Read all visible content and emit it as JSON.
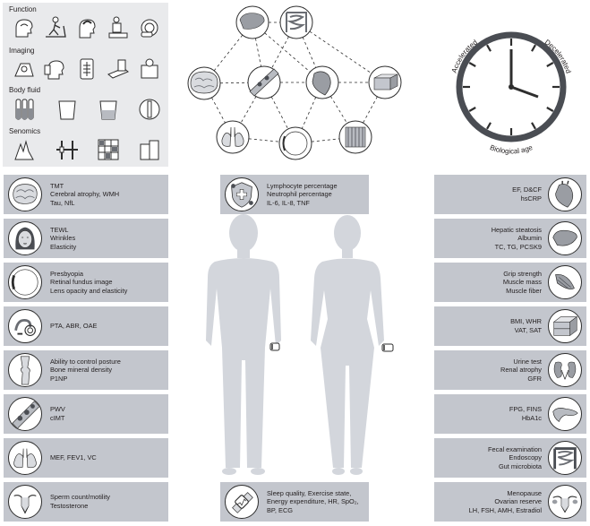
{
  "modalities": {
    "function_label": "Function",
    "imaging_label": "Imaging",
    "body_fluid_label": "Body fluid",
    "senomics_label": "Senomics"
  },
  "clock": {
    "accelerated": "Accelerated",
    "decelerated": "Decelerated",
    "biological_age": "Biological age"
  },
  "left_cards": [
    {
      "icon": "brain-icon",
      "lines": [
        "TMT",
        "Cerebral atrophy, WMH",
        "Tau, NfL"
      ]
    },
    {
      "icon": "face-skin-icon",
      "lines": [
        "TEWL",
        "Wrinkles",
        "Elasticity"
      ]
    },
    {
      "icon": "eye-icon",
      "lines": [
        "Presbyopia",
        "Retinal fundus image",
        "Lens opacity and elasticity"
      ]
    },
    {
      "icon": "ear-icon",
      "lines": [
        "PTA, ABR, OAE"
      ]
    },
    {
      "icon": "bone-joint-icon",
      "lines": [
        "Ability to control posture",
        "Bone mineral density",
        "P1NP"
      ]
    },
    {
      "icon": "artery-icon",
      "lines": [
        "PWV",
        "cIMT"
      ]
    },
    {
      "icon": "lungs-icon",
      "lines": [
        "MEF, FEV1, VC"
      ]
    },
    {
      "icon": "uterus-icon",
      "lines": [
        "Sperm count/motility",
        "Testosterone"
      ]
    }
  ],
  "right_cards": [
    {
      "icon": "heart-icon",
      "lines": [
        "EF, D&CF",
        "hsCRP"
      ]
    },
    {
      "icon": "liver-icon",
      "lines": [
        "Hepatic steatosis",
        "Albumin",
        "TC, TG, PCSK9"
      ]
    },
    {
      "icon": "muscle-icon",
      "lines": [
        "Grip strength",
        "Muscle mass",
        "Muscle fiber"
      ]
    },
    {
      "icon": "fat-tissue-icon",
      "lines": [
        "BMI, WHR",
        "VAT, SAT"
      ]
    },
    {
      "icon": "kidney-icon",
      "lines": [
        "Urine test",
        "Renal atrophy",
        "GFR"
      ]
    },
    {
      "icon": "pancreas-icon",
      "lines": [
        "FPG, FINS",
        "HbA1c"
      ]
    },
    {
      "icon": "intestine-icon",
      "lines": [
        "Fecal examination",
        "Endoscopy",
        "Gut microbiota"
      ]
    },
    {
      "icon": "ovary-icon",
      "lines": [
        "Menopause",
        "Ovarian reserve",
        "LH, FSH, AMH, Estradiol"
      ]
    }
  ],
  "center_top": {
    "icon": "immune-shield-icon",
    "lines": [
      "Lymphocyte percentage",
      "Neutrophil percentage",
      "IL-6, IL-8, TNF"
    ]
  },
  "center_bottom": {
    "icon": "wearable-icon",
    "lines": [
      "Sleep quality, Exercise state,",
      "Energy expenditure, HR, SpO₂,",
      "BP, ECG"
    ]
  },
  "colors": {
    "panel": "#e9eaec",
    "card": "#c3c6cd",
    "silhouette": "#d3d6dc",
    "outline": "#2e2e2e"
  }
}
